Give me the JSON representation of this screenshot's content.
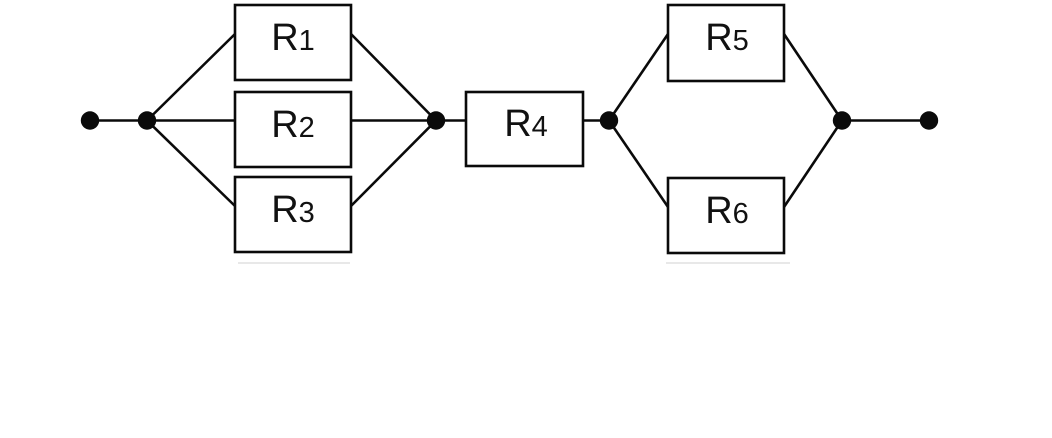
{
  "diagram": {
    "title": "Resistor network circuit diagram",
    "background_color": "#ffffff",
    "line_color": "#0a0a0a",
    "box_fill": "#ffffff",
    "node_color": "#0a0a0a",
    "shadow_color": "#e8e8e8",
    "topology": "terminal - node - parallel(R1, R2, R3) - node - R4 - node - parallel(R5, R6) - node - terminal",
    "terminal_count": 2,
    "node_count": 4,
    "resistors": [
      {
        "id": "R1",
        "prefix": "R",
        "sub": "1",
        "group": "left-parallel-branch-top"
      },
      {
        "id": "R2",
        "prefix": "R",
        "sub": "2",
        "group": "left-parallel-branch-middle"
      },
      {
        "id": "R3",
        "prefix": "R",
        "sub": "3",
        "group": "left-parallel-branch-bottom"
      },
      {
        "id": "R4",
        "prefix": "R",
        "sub": "4",
        "group": "middle-series"
      },
      {
        "id": "R5",
        "prefix": "R",
        "sub": "5",
        "group": "right-parallel-branch-top"
      },
      {
        "id": "R6",
        "prefix": "R",
        "sub": "6",
        "group": "right-parallel-branch-bottom"
      }
    ]
  }
}
